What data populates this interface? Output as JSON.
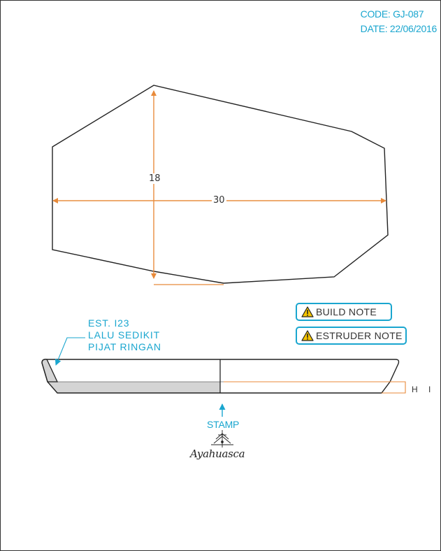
{
  "header": {
    "code": "CODE: GJ-087",
    "date": "DATE: 22/06/2016"
  },
  "dimensions": {
    "width": "30",
    "height": "18",
    "thickness": "H I"
  },
  "notes": {
    "build": "BUILD NOTE",
    "estruder": "ESTRUDER NOTE"
  },
  "annotation": {
    "line1": "EST. I23",
    "line2": "LALU SEDIKIT",
    "line3": "PIJAT RINGAN"
  },
  "stamp": {
    "label": "STAMP",
    "logo": "Ayahuasca"
  },
  "colors": {
    "accent": "#1aa6cf",
    "dimension": "#e88a3a",
    "outline": "#222222",
    "fill": "#d4d4d4",
    "warning": "#f5c400"
  }
}
